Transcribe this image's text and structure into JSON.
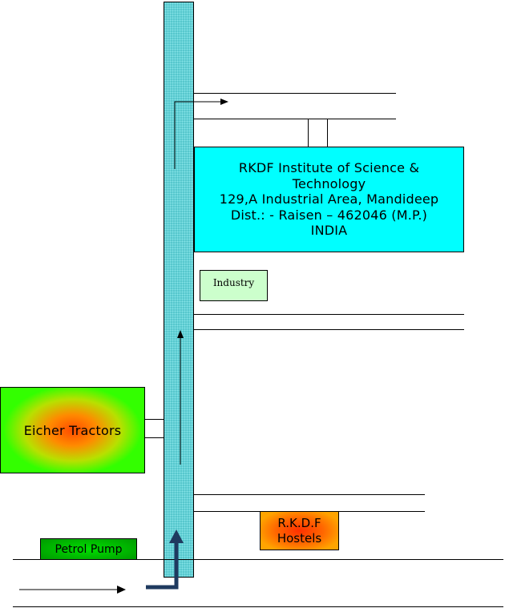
{
  "institute": {
    "lines": [
      "RKDF Institute of Science &",
      "Technology",
      "129,A Industrial Area, Mandideep",
      "Dist.: - Raisen – 462046 (M.P.)",
      "INDIA"
    ]
  },
  "industry": {
    "label": "Industry"
  },
  "eicher": {
    "label": "Eicher Tractors"
  },
  "hostels": {
    "lines": [
      "R.K.D.F",
      "Hostels"
    ]
  },
  "petrol": {
    "label": "Petrol Pump"
  },
  "colors": {
    "road": "#55c6cc",
    "institute": "#00ffff",
    "industry": "#ccffcc",
    "eicher_center": "#ff4a00",
    "eicher_edge": "#33ff00",
    "hostels": "#ff6600",
    "petrol": "#00a000",
    "route_arrow": "#1f3a5f"
  }
}
